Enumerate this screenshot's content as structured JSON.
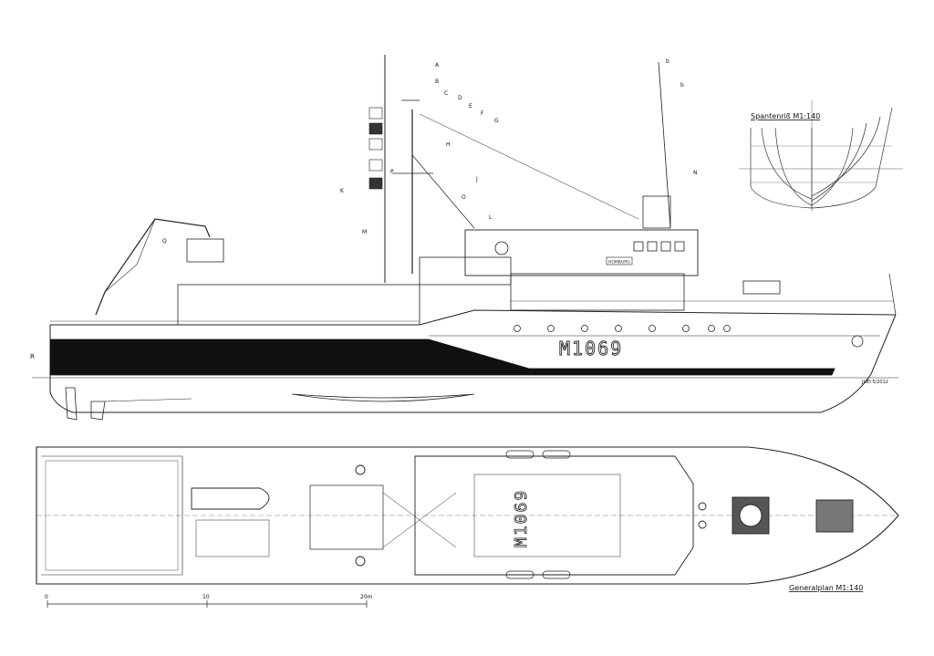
{
  "drawing": {
    "hull_number": "M1069",
    "deck_number": "M1069",
    "ship_name_plate": "HOMBURG",
    "body_plan_title": "Spantenriß  M1:140",
    "general_plan_title": "Generalplan  M1:140",
    "author_note": "JUEI 5/2012",
    "stern_marker": "R",
    "scale_bar": {
      "labels": [
        "0",
        "10",
        "20m"
      ]
    },
    "mast_markers": [
      "A",
      "B",
      "C",
      "D",
      "E",
      "F",
      "G",
      "H",
      "J",
      "K",
      "L",
      "M",
      "N",
      "O",
      "P",
      "Q"
    ],
    "antenna_markers": [
      "b",
      "b"
    ]
  },
  "colors": {
    "line": "#222222",
    "black_band": "#111111",
    "paper": "#ffffff"
  }
}
